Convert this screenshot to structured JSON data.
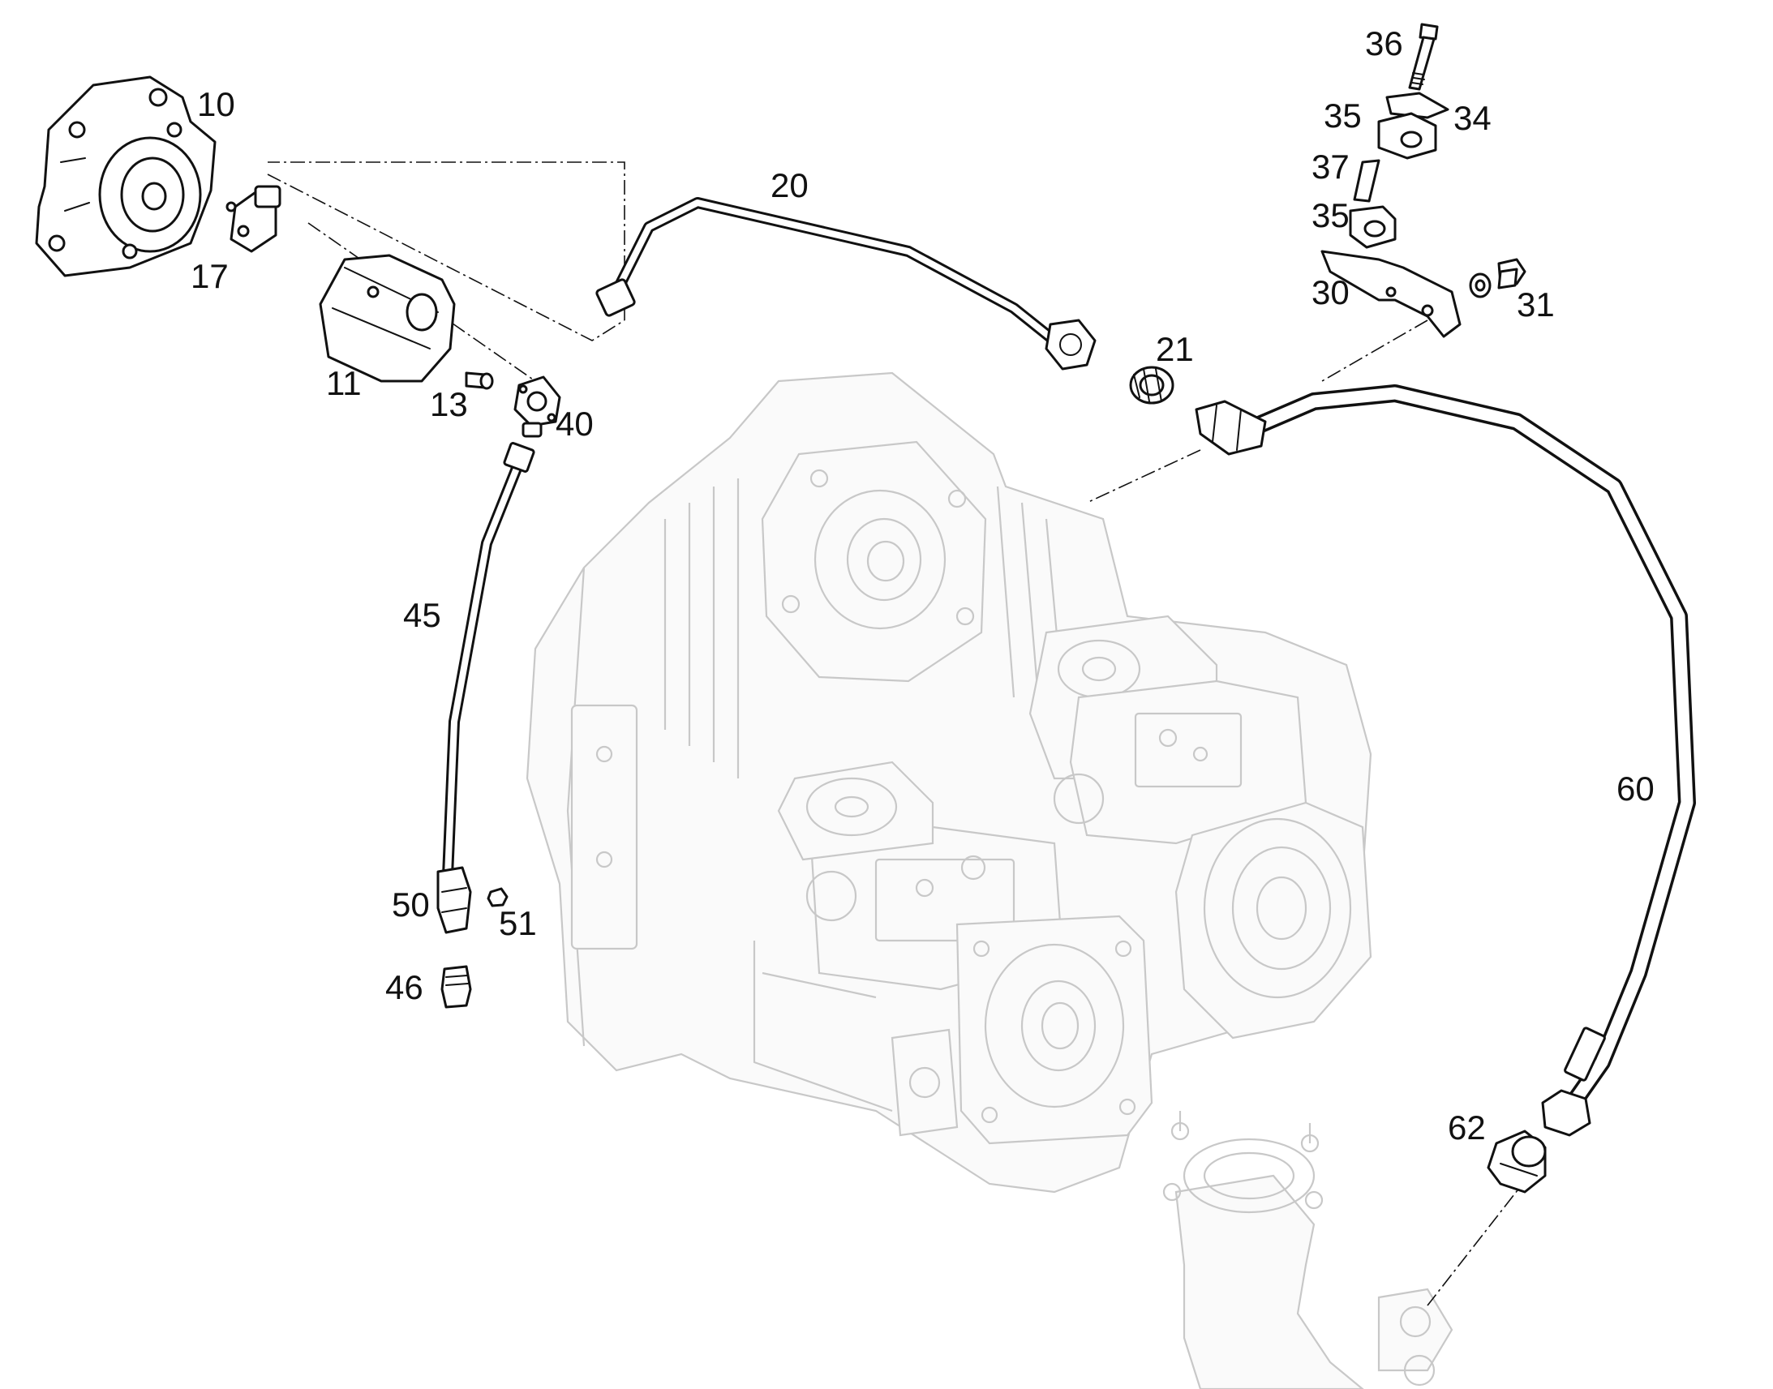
{
  "parts": {
    "p10": "10",
    "p11": "11",
    "p13": "13",
    "p17": "17",
    "p20": "20",
    "p21": "21",
    "p30": "30",
    "p31": "31",
    "p34": "34",
    "p35a": "35",
    "p35b": "35",
    "p36": "36",
    "p37": "37",
    "p40": "40",
    "p45": "45",
    "p46": "46",
    "p50": "50",
    "p51": "51",
    "p60": "60",
    "p62": "62"
  },
  "colors": {
    "ink": "#111111",
    "ghost": "#c8c8c8",
    "background": "#ffffff"
  }
}
